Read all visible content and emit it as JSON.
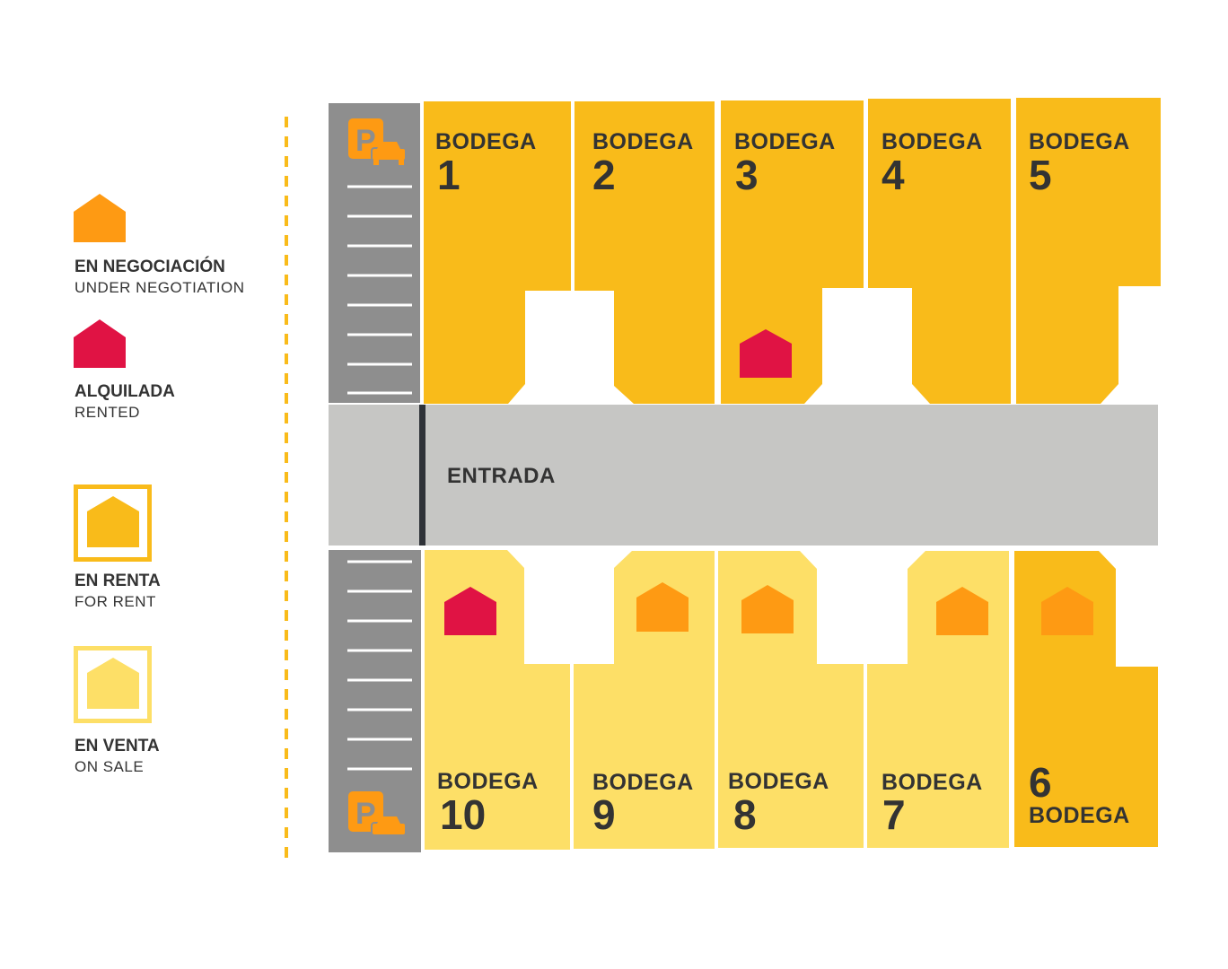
{
  "legend": [
    {
      "title": "EN NEGOCIACIÓN",
      "subtitle": "UNDER NEGOTIATION",
      "color": "#fe9a13"
    },
    {
      "title": "ALQUILADA",
      "subtitle": "RENTED",
      "color": "#e01344"
    },
    {
      "title": "EN RENTA",
      "subtitle": "FOR RENT",
      "color": "#f9bb1a"
    },
    {
      "title": "EN VENTA",
      "subtitle": "ON SALE",
      "color": "#fddf67"
    }
  ],
  "entrance_label": "ENTRADA",
  "units": [
    {
      "label": "BODEGA",
      "number": "1",
      "type": "for-rent",
      "status": "none"
    },
    {
      "label": "BODEGA",
      "number": "2",
      "type": "for-rent",
      "status": "none"
    },
    {
      "label": "BODEGA",
      "number": "3",
      "type": "for-rent",
      "status": "rented"
    },
    {
      "label": "BODEGA",
      "number": "4",
      "type": "for-rent",
      "status": "none"
    },
    {
      "label": "BODEGA",
      "number": "5",
      "type": "for-rent",
      "status": "none"
    },
    {
      "label": "BODEGA",
      "number": "6",
      "type": "for-rent",
      "status": "under-negotiation"
    },
    {
      "label": "BODEGA",
      "number": "7",
      "type": "on-sale",
      "status": "under-negotiation"
    },
    {
      "label": "BODEGA",
      "number": "8",
      "type": "on-sale",
      "status": "under-negotiation"
    },
    {
      "label": "BODEGA",
      "number": "9",
      "type": "on-sale",
      "status": "under-negotiation"
    },
    {
      "label": "BODEGA",
      "number": "10",
      "type": "on-sale",
      "status": "rented"
    }
  ],
  "colors": {
    "for_rent": "#f9bb1a",
    "on_sale": "#fddf67",
    "negotiation": "#fe9a13",
    "rented": "#e01344",
    "parking": "#8e8e8e",
    "road": "#c6c6c4",
    "text": "#333333"
  },
  "icons": [
    "parking-icon",
    "car-icon",
    "house-icon"
  ]
}
